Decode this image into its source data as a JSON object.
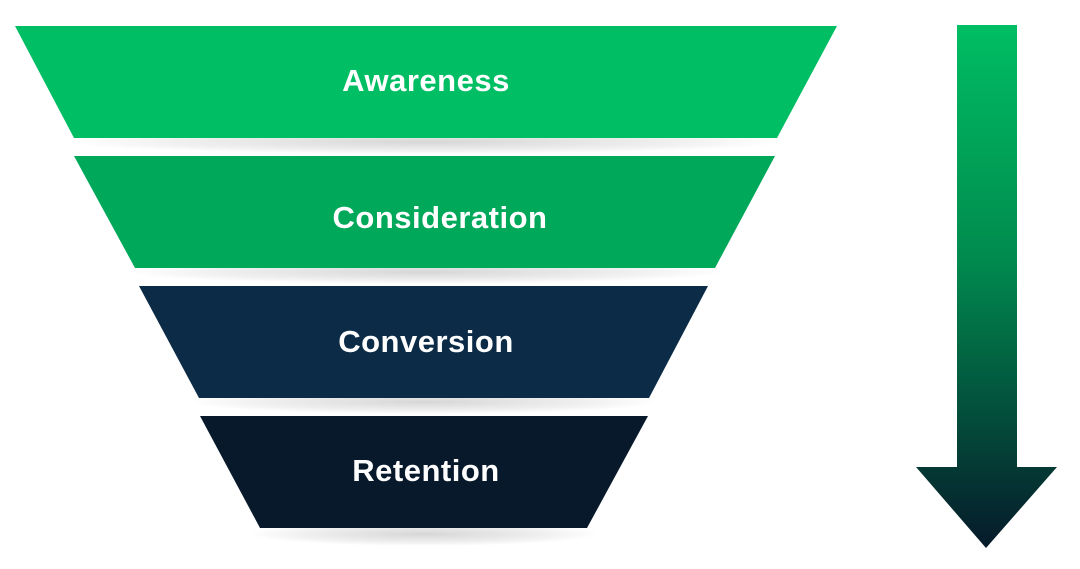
{
  "title": "Marketing Funnel",
  "funnel": {
    "stages": [
      {
        "label": "Awareness",
        "color": "#00BE63"
      },
      {
        "label": "Consideration",
        "color": "#00A85A"
      },
      {
        "label": "Conversion",
        "color": "#0C2B47"
      },
      {
        "label": "Retention",
        "color": "#07192B"
      }
    ]
  },
  "arrow": {
    "icon": "down-arrow-icon",
    "direction": "down",
    "gradient_start": "#00BE63",
    "gradient_end": "#061A2A"
  }
}
